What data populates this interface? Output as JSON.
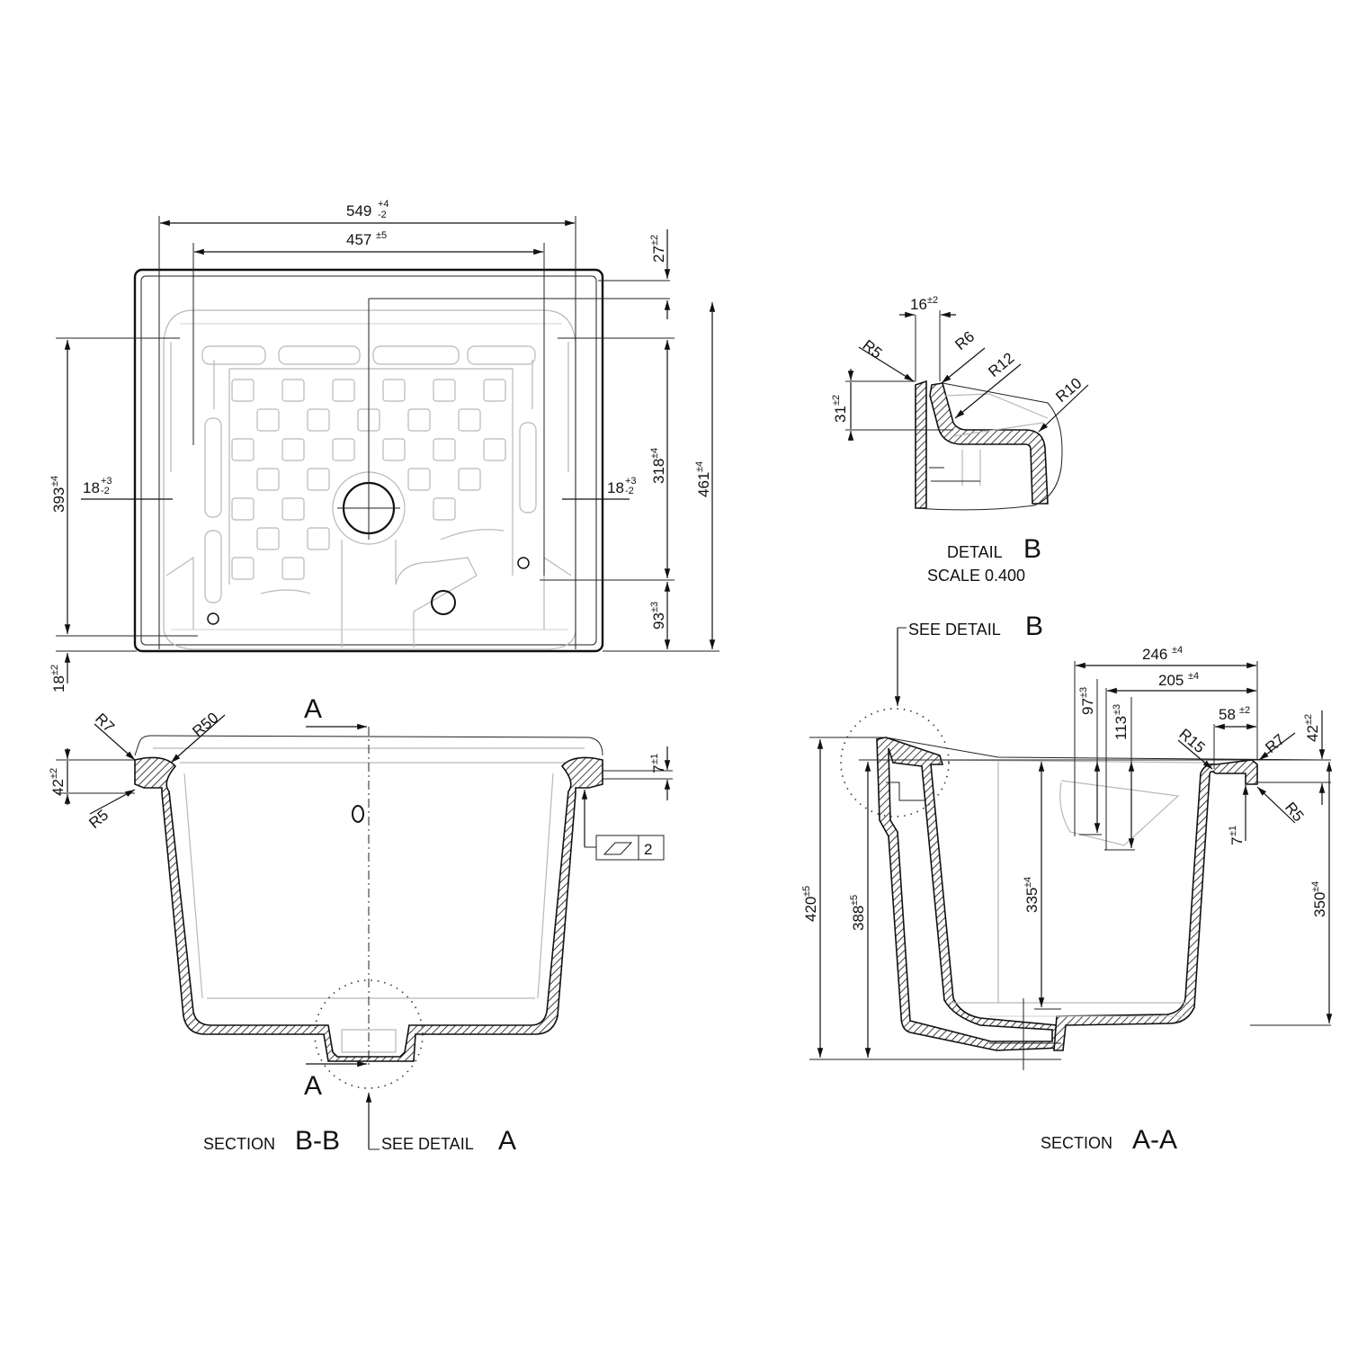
{
  "drawing": {
    "top_view": {
      "dims": {
        "overall_width": {
          "value": "549",
          "tol_upper": "+4",
          "tol_lower": "-2"
        },
        "inner_width": {
          "value": "457",
          "tol": "±5"
        },
        "rim_top": {
          "value": "27",
          "tol": "±2"
        },
        "left_depth": {
          "value": "393",
          "tol": "±4"
        },
        "rim_bottom": {
          "value": "18",
          "tol": "±2"
        },
        "left_rim": {
          "value": "18",
          "tol_upper": "+3",
          "tol_lower": "-2"
        },
        "right_rim": {
          "value": "18",
          "tol_upper": "+3",
          "tol_lower": "-2"
        },
        "right_depth": {
          "value": "318",
          "tol": "±4"
        },
        "overall_depth": {
          "value": "461",
          "tol": "±4"
        },
        "front_offset": {
          "value": "93",
          "tol": "±3"
        }
      }
    },
    "detail_b": {
      "title_prefix": "DETAIL",
      "title_letter": "B",
      "scale": "SCALE  0.400",
      "dims": {
        "width": {
          "value": "16",
          "tol": "±2"
        },
        "height": {
          "value": "31",
          "tol": "±2"
        }
      },
      "radii": [
        "R5",
        "R6",
        "R12",
        "R10"
      ]
    },
    "section_bb": {
      "title_prefix": "SECTION",
      "title_letter": "B-B",
      "cut_label_top": "A",
      "cut_label_bottom": "A",
      "see_detail_prefix": "SEE DETAIL",
      "see_detail_letter": "A",
      "dims": {
        "rim_height": {
          "value": "42",
          "tol": "±2"
        },
        "flange": {
          "value": "7",
          "tol": "±1"
        }
      },
      "radii": [
        "R7",
        "R50",
        "R5"
      ],
      "flatness_tolerance": {
        "symbol": "flatness",
        "value": "2"
      }
    },
    "section_aa": {
      "title_prefix": "SECTION",
      "title_letter": "A-A",
      "see_detail_prefix": "SEE DETAIL",
      "see_detail_letter": "B",
      "dims": {
        "width_246": {
          "value": "246",
          "tol": "±4"
        },
        "width_205": {
          "value": "205",
          "tol": "±4"
        },
        "rim_58": {
          "value": "58",
          "tol": "±2"
        },
        "height_97": {
          "value": "97",
          "tol": "±3"
        },
        "height_113": {
          "value": "113",
          "tol": "±3"
        },
        "rim_height": {
          "value": "42",
          "tol": "±2"
        },
        "flange": {
          "value": "7",
          "tol": "±1"
        },
        "total_height": {
          "value": "420",
          "tol": "±5"
        },
        "back_height": {
          "value": "388",
          "tol": "±5"
        },
        "bowl_depth": {
          "value": "335",
          "tol": "±4"
        },
        "front_height": {
          "value": "350",
          "tol": "±4"
        }
      },
      "radii": [
        "R15",
        "R7",
        "R5"
      ]
    }
  }
}
